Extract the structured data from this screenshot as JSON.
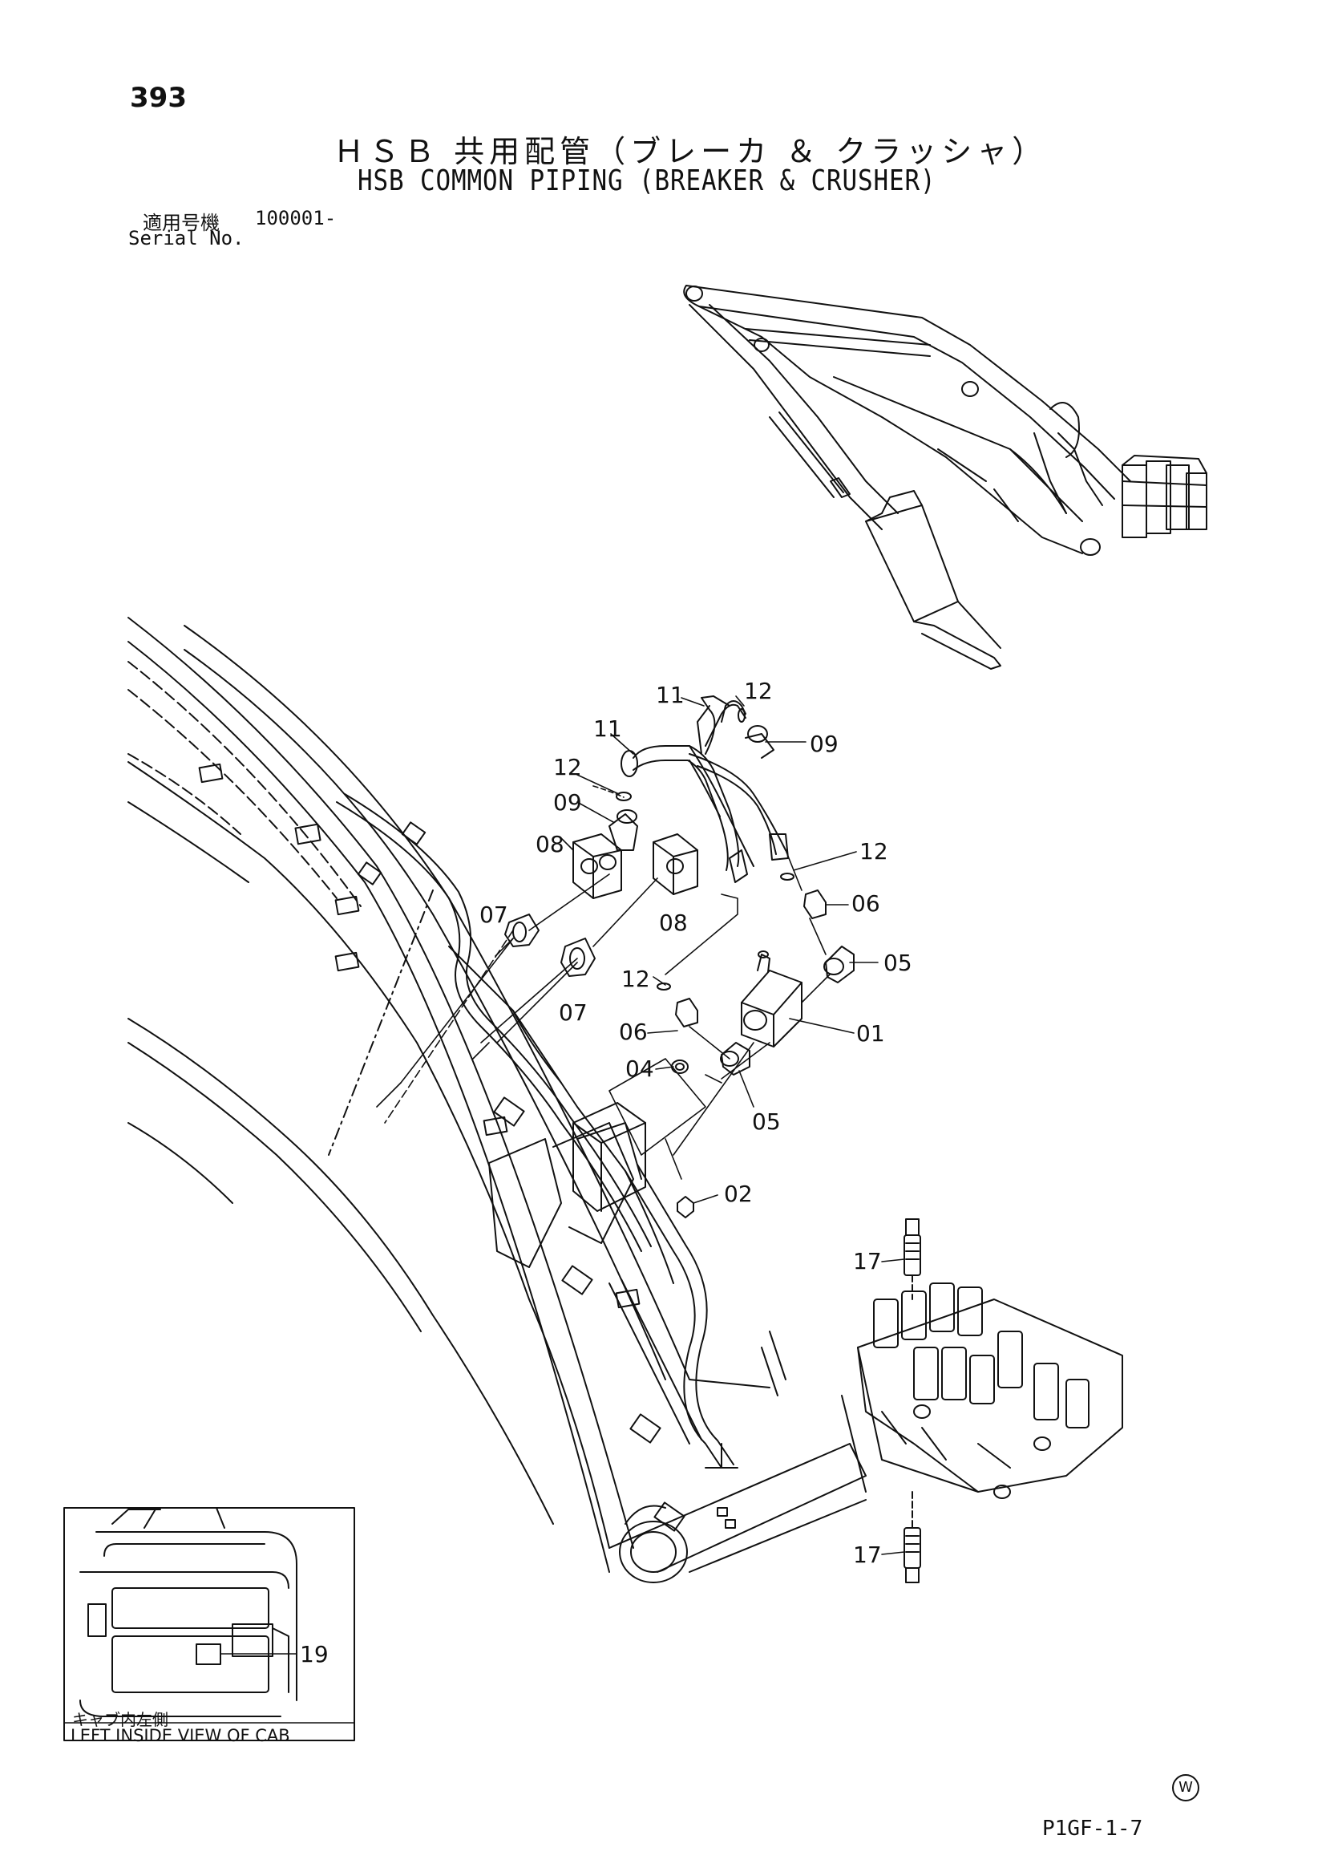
{
  "header": {
    "page_number": "393",
    "title_jp": "ＨＳＢ 共用配管（ブレーカ ＆ クラッシャ）",
    "title_en": "HSB COMMON PIPING (BREAKER & CRUSHER)",
    "serial_label_jp": "適用号機",
    "serial_value": "100001-",
    "serial_label_en": "Serial No."
  },
  "callouts": [
    {
      "id": "c11a",
      "text": "11"
    },
    {
      "id": "c12a",
      "text": "12"
    },
    {
      "id": "c11b",
      "text": "11"
    },
    {
      "id": "c09a",
      "text": "09"
    },
    {
      "id": "c12b",
      "text": "12"
    },
    {
      "id": "c09b",
      "text": "09"
    },
    {
      "id": "c08a",
      "text": "08"
    },
    {
      "id": "c12c",
      "text": "12"
    },
    {
      "id": "c07a",
      "text": "07"
    },
    {
      "id": "c08b",
      "text": "08"
    },
    {
      "id": "c06a",
      "text": "06"
    },
    {
      "id": "c05a",
      "text": "05"
    },
    {
      "id": "c12d",
      "text": "12"
    },
    {
      "id": "c07b",
      "text": "07"
    },
    {
      "id": "c06b",
      "text": "06"
    },
    {
      "id": "c01",
      "text": "01"
    },
    {
      "id": "c04",
      "text": "04"
    },
    {
      "id": "c05b",
      "text": "05"
    },
    {
      "id": "c02",
      "text": "02"
    },
    {
      "id": "c17a",
      "text": "17"
    },
    {
      "id": "c17b",
      "text": "17"
    },
    {
      "id": "c19",
      "text": "19"
    }
  ],
  "inset": {
    "label_jp": "キャブ内左側",
    "label_en": "LEFT INSIDE VIEW OF CAB"
  },
  "footer": {
    "mark": "W",
    "doc_code": "P1GF-1-7"
  },
  "colors": {
    "line": "#111111",
    "background": "#ffffff"
  }
}
